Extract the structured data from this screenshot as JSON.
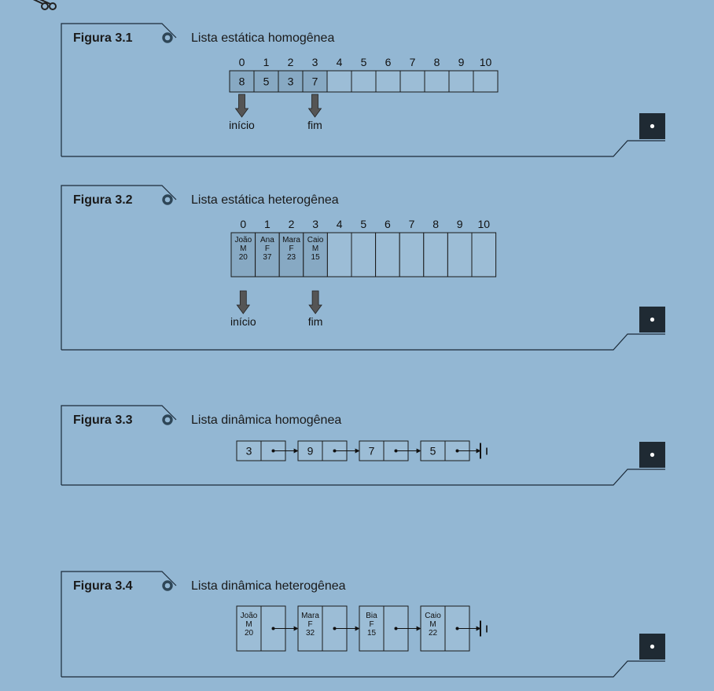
{
  "colors": {
    "background": "#93b7d3",
    "frame_line": "#1b2a38",
    "cell_fill_filled": "#87a9c3",
    "cell_fill_empty": "#9cbdd6",
    "arrow_fill": "#555555",
    "corner_box": "#1f2a33",
    "bullet": "#2e4657"
  },
  "figures": [
    {
      "label": "Figura 3.1",
      "title": "Lista estática homogênea",
      "indices": [
        "0",
        "1",
        "2",
        "3",
        "4",
        "5",
        "6",
        "7",
        "8",
        "9",
        "10"
      ],
      "cells": [
        [
          "8"
        ],
        [
          "5"
        ],
        [
          "3"
        ],
        [
          "7"
        ]
      ],
      "pointers": [
        "início",
        "fim"
      ]
    },
    {
      "label": "Figura 3.2",
      "title": "Lista estática heterogênea",
      "indices": [
        "0",
        "1",
        "2",
        "3",
        "4",
        "5",
        "6",
        "7",
        "8",
        "9",
        "10"
      ],
      "cells": [
        [
          "João",
          "M",
          "20"
        ],
        [
          "Ana",
          "F",
          "37"
        ],
        [
          "Mara",
          "F",
          "23"
        ],
        [
          "Caio",
          "M",
          "15"
        ]
      ],
      "pointers": [
        "início",
        "fim"
      ]
    },
    {
      "label": "Figura 3.3",
      "title": "Lista dinâmica homogênea",
      "nodes": [
        [
          "3"
        ],
        [
          "9"
        ],
        [
          "7"
        ],
        [
          "5"
        ]
      ]
    },
    {
      "label": "Figura 3.4",
      "title": "Lista dinâmica heterogênea",
      "nodes": [
        [
          "João",
          "M",
          "20"
        ],
        [
          "Mara",
          "F",
          "32"
        ],
        [
          "Bia",
          "F",
          "15"
        ],
        [
          "Caio",
          "M",
          "22"
        ]
      ]
    }
  ]
}
